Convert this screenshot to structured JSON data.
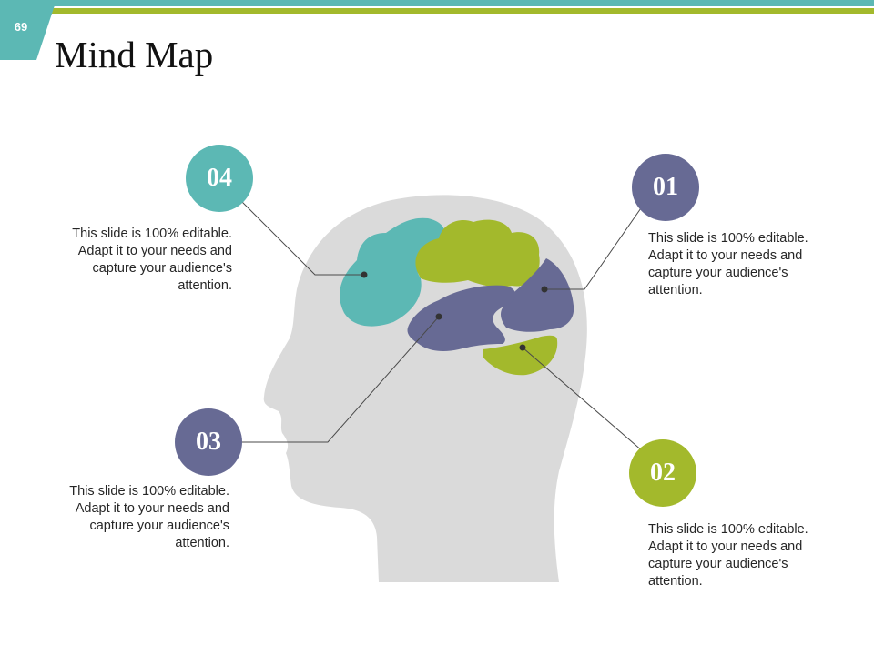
{
  "slide_number": "69",
  "title": "Mind Map",
  "colors": {
    "teal": "#5cb8b4",
    "green": "#a3b92c",
    "purple": "#676a94",
    "head": "#dadada"
  },
  "items": [
    {
      "number": "01",
      "text": "This slide is 100% editable. Adapt it to your needs and capture your audience's attention.",
      "color": "#676a94"
    },
    {
      "number": "02",
      "text": "This slide is 100% editable. Adapt it to your needs and capture your audience's attention.",
      "color": "#a3b92c"
    },
    {
      "number": "03",
      "text": "This slide is 100% editable. Adapt it to your needs and capture your audience's attention.",
      "color": "#676a94"
    },
    {
      "number": "04",
      "text": "This slide is 100% editable. Adapt it to your needs and capture your audience's attention.",
      "color": "#5cb8b4"
    }
  ]
}
